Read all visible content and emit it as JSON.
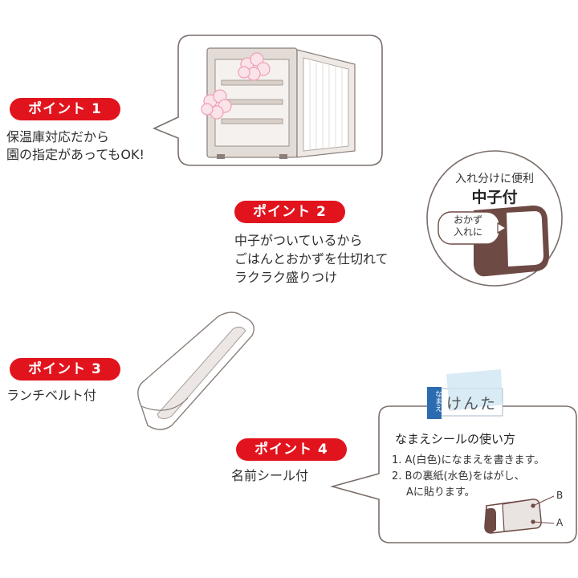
{
  "points": [
    {
      "badge": "ポイント 1",
      "lines": [
        "保温庫対応だから",
        "園の指定があってもOK!"
      ]
    },
    {
      "badge": "ポイント 2",
      "lines": [
        "中子がついているから",
        "ごはんとおかずを仕切れて",
        "ラクラク盛りつけ"
      ]
    },
    {
      "badge": "ポイント 3",
      "lines": [
        "ランチベルト付"
      ]
    },
    {
      "badge": "ポイント 4",
      "lines": [
        "名前シール付"
      ]
    }
  ],
  "inner_case": {
    "caption_small": "入れ分けに便利",
    "caption_large": "中子付",
    "bubble_line1": "おかず",
    "bubble_line2": "入れに"
  },
  "name_sticker": {
    "tag_vertical": "なまえ",
    "sample_name": "けんた",
    "title": "なまえシールの使い方",
    "steps": [
      "1. A(白色)になまえを書きます。",
      "2. Bの裏紙(水色)をはがし、",
      "Aに貼ります。"
    ],
    "label_b": "B",
    "label_a": "A"
  },
  "colors": {
    "accent": "#e1141e",
    "outline": "#7a6e6a",
    "brown": "#6e4a45",
    "sticker_blue": "#2b6cb0"
  }
}
